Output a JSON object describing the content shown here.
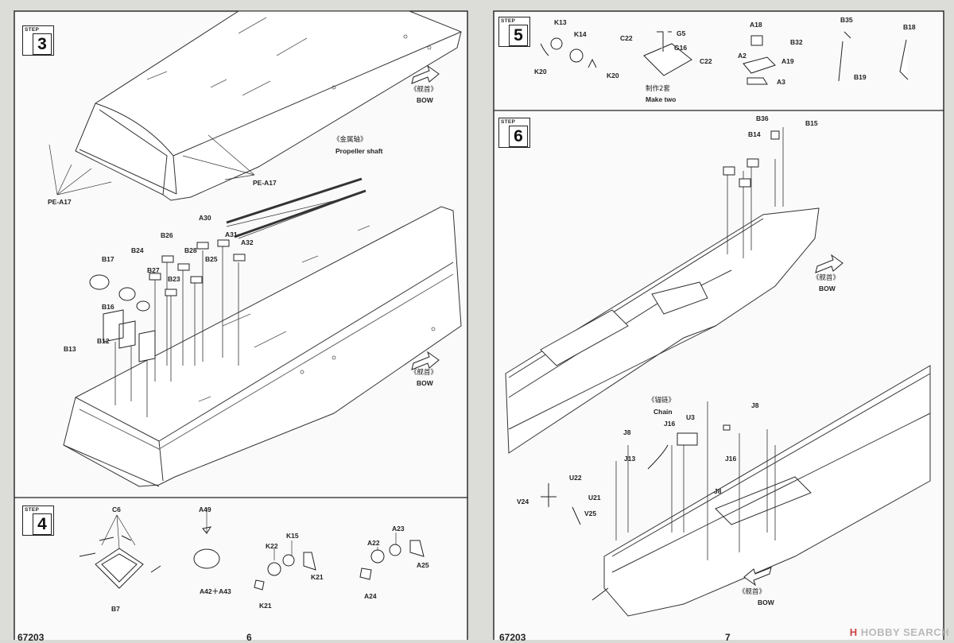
{
  "left_page": {
    "page_number": "6",
    "footer_code": "67203",
    "step3": {
      "step_word": "STEP",
      "number": "3",
      "labels": {
        "pe_a17_left": "PE-A17",
        "pe_a17_right": "PE-A17",
        "shaft_cn": "《金属轴》",
        "shaft_en": "Propeller shaft",
        "bow1_cn": "《舰首》",
        "bow1_en": "BOW",
        "bow2_cn": "《舰首》",
        "bow2_en": "BOW",
        "a30": "A30",
        "a31": "A31",
        "a32": "A32",
        "b26": "B26",
        "b24": "B24",
        "b28": "B28",
        "b25": "B25",
        "b27": "B27",
        "b23": "B23",
        "b17": "B17",
        "b16": "B16",
        "b12": "B12",
        "b13": "B13"
      }
    },
    "step4": {
      "step_word": "STEP",
      "number": "4",
      "labels": {
        "c6": "C6",
        "b7": "B7",
        "a49": "A49",
        "a42_a43": "A42＋A43",
        "k15": "K15",
        "k22": "K22",
        "k21a": "K21",
        "k21b": "K21",
        "a23": "A23",
        "a22": "A22",
        "a25": "A25",
        "a24": "A24"
      }
    }
  },
  "right_page": {
    "page_number": "7",
    "footer_code": "67203",
    "step5": {
      "step_word": "STEP",
      "number": "5",
      "make_two_cn": "制作2套",
      "make_two_en": "Make two",
      "labels": {
        "k13": "K13",
        "k14": "K14",
        "k20a": "K20",
        "k20b": "K20",
        "c22a": "C22",
        "c22b": "C22",
        "g5": "G5",
        "g16": "G16",
        "a18": "A18",
        "b32": "B32",
        "a2": "A2",
        "a19": "A19",
        "a3": "A3",
        "b35": "B35",
        "b19": "B19",
        "b18": "B18"
      }
    },
    "step6": {
      "step_word": "STEP",
      "number": "6",
      "labels": {
        "b36": "B36",
        "b15": "B15",
        "b14": "B14",
        "bow1_cn": "《舰首》",
        "bow1_en": "BOW",
        "chain_cn": "《锚链》",
        "chain_en": "Chain",
        "u3": "U3",
        "j8a": "J8",
        "j8b": "J8",
        "j8c": "J8",
        "j16a": "J16",
        "j16b": "J16",
        "j13": "J13",
        "u22": "U22",
        "u21": "U21",
        "v24": "V24",
        "v25": "V25",
        "bow2_cn": "《舰首》",
        "bow2_en": "BOW"
      }
    }
  },
  "watermark": {
    "logo": "H",
    "text": "HOBBY SEARCH"
  }
}
